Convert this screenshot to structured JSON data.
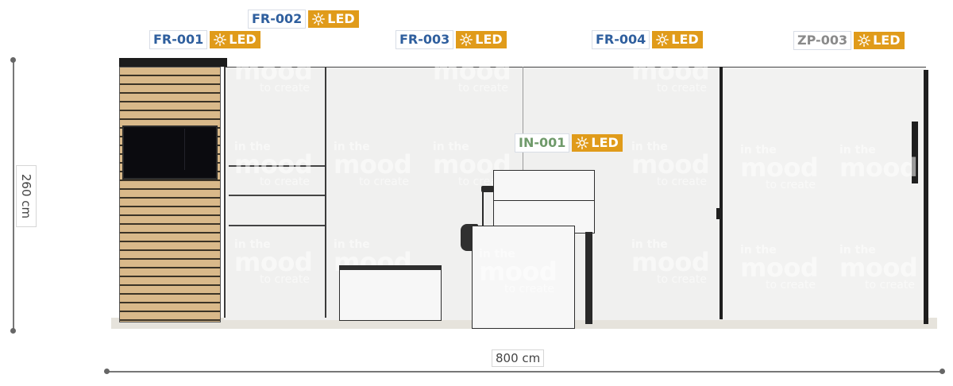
{
  "dimensions": {
    "height_label": "260 cm",
    "width_label": "800 cm"
  },
  "watermark": {
    "line1": "in the",
    "line2": "mood",
    "line3": "to create"
  },
  "tags": [
    {
      "code": "FR-001",
      "led": "LED",
      "code_color": "#2f5f9e"
    },
    {
      "code": "FR-002",
      "led": "LED",
      "code_color": "#2f5f9e"
    },
    {
      "code": "FR-003",
      "led": "LED",
      "code_color": "#2f5f9e"
    },
    {
      "code": "FR-004",
      "led": "LED",
      "code_color": "#2f5f9e"
    },
    {
      "code": "ZP-003",
      "led": "LED",
      "code_color": "#8a8a8a"
    },
    {
      "code": "IN-001",
      "led": "LED",
      "code_color": "#6f9a6a"
    }
  ],
  "colors": {
    "led_badge": "#e09b1a",
    "wood": "#d9b98a",
    "wall": "#f0f0ef"
  },
  "icons": {
    "led": "sun-icon"
  }
}
